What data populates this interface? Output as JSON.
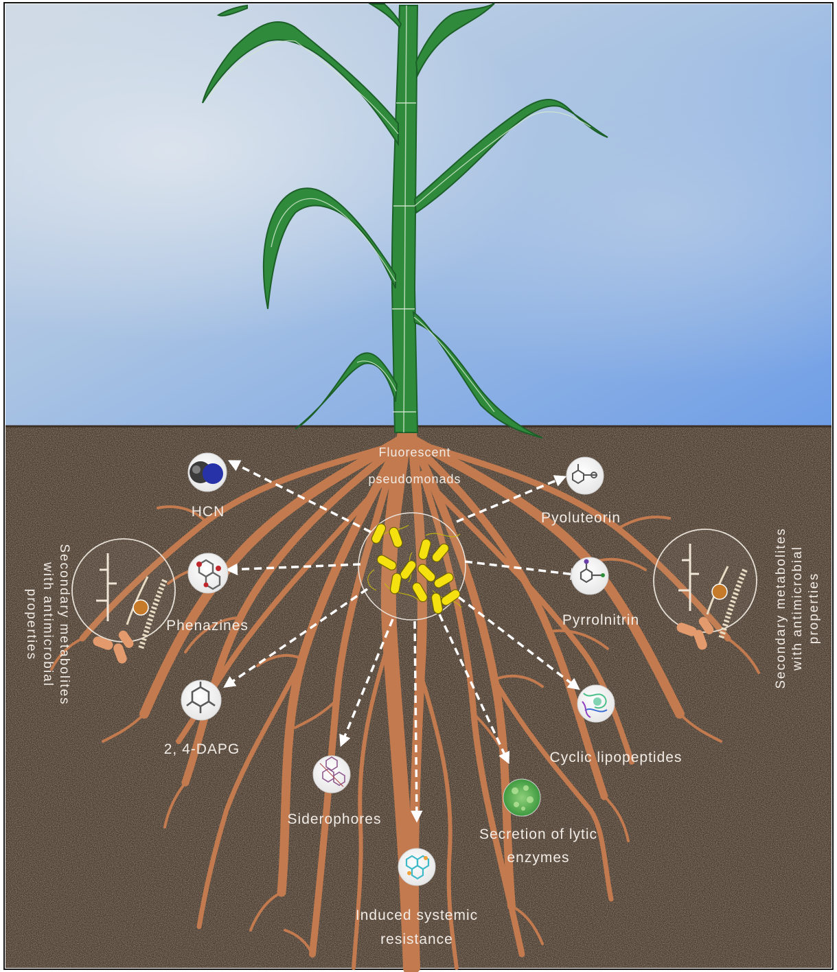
{
  "center_label": {
    "line1": "Fluorescent",
    "line2": "pseudomonads"
  },
  "metabolites": {
    "hcn": "HCN",
    "phenazines": "Phenazines",
    "dapg": "2, 4-DAPG",
    "siderophores": "Siderophores",
    "isr_line1": "Induced systemic",
    "isr_line2": "resistance",
    "lytic_line1": "Secretion of lytic",
    "lytic_line2": "enzymes",
    "lipopeptides": "Cyclic lipopeptides",
    "pyrrolnitrin": "Pyrrolnitrin",
    "pyoluteorin": "Pyoluteorin"
  },
  "side_label": {
    "line1": "Secondary metabolites",
    "line2": "with antimicrobial",
    "line3": "properties"
  },
  "colors": {
    "sky_top": "#c2d3e6",
    "sky_bottom": "#7ea8e4",
    "soil": "#4a3c30",
    "root": "#c27a4e",
    "stalk": "#2f8a3c",
    "bacteria": "#f5e10f",
    "arrow": "#ffffff"
  }
}
